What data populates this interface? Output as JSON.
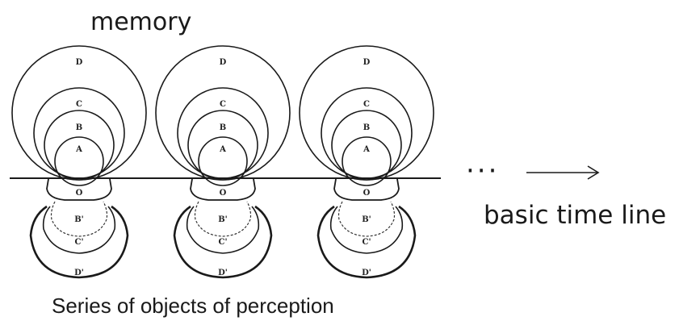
{
  "title": "memory",
  "caption_bottom": "Series of objects of perception",
  "timeline_label": "basic time line",
  "ellipsis": "···",
  "arrow_icon": "right-arrow",
  "labels_above": [
    "D",
    "C",
    "B",
    "A"
  ],
  "label_origin": "O",
  "labels_below": [
    "B'",
    "C'",
    "D'"
  ],
  "figure_count": 3,
  "ink_color": "#1a1a1a"
}
